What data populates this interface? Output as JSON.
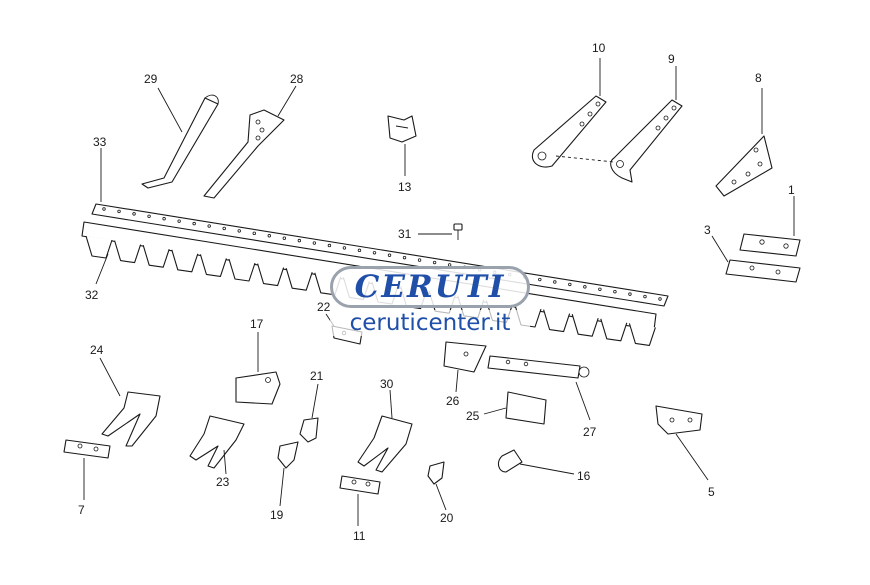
{
  "watermark": {
    "logo": "CERUTI",
    "url": "ceruticenter.it"
  },
  "callouts": [
    "1",
    "3",
    "5",
    "7",
    "8",
    "9",
    "10",
    "11",
    "13",
    "16",
    "17",
    "19",
    "20",
    "21",
    "22",
    "23",
    "24",
    "25",
    "26",
    "27",
    "28",
    "29",
    "30",
    "31",
    "32",
    "33"
  ]
}
